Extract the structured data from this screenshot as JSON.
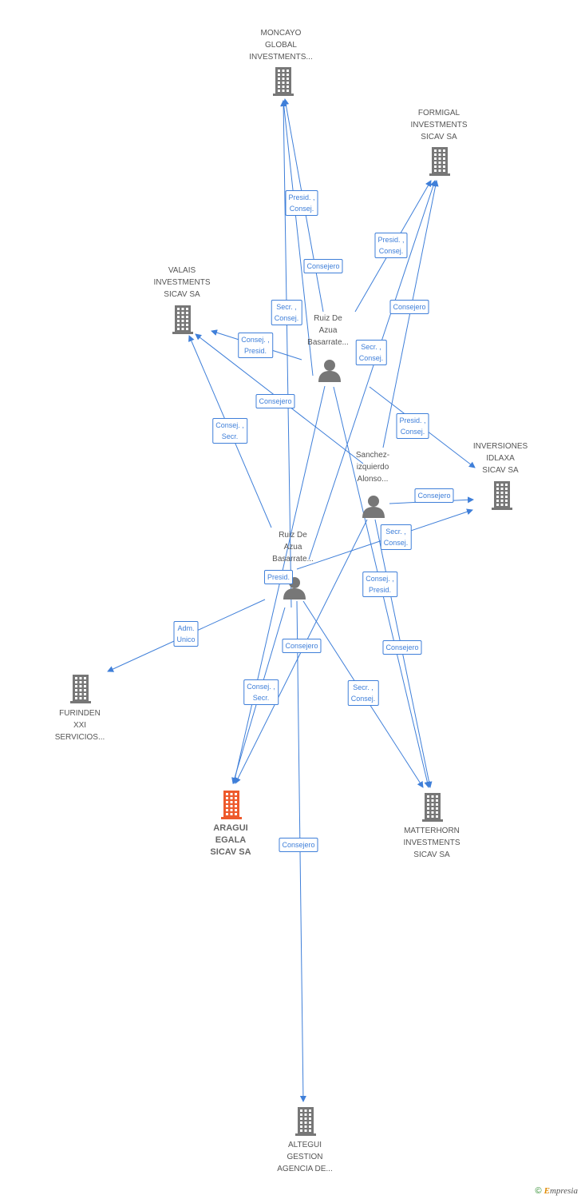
{
  "colors": {
    "edge": "#3f7fd9",
    "company": "#777777",
    "focus_company": "#ee5a2c",
    "person": "#777777"
  },
  "companies": [
    {
      "id": "moncayo",
      "label": "MONCAYO\nGLOBAL\nINVESTMENTS...",
      "icon": "building-icon"
    },
    {
      "id": "formigal",
      "label": "FORMIGAL\nINVESTMENTS\nSICAV SA",
      "icon": "building-icon"
    },
    {
      "id": "valais",
      "label": "VALAIS\nINVESTMENTS\nSICAV SA",
      "icon": "building-icon"
    },
    {
      "id": "idlaxa",
      "label": "INVERSIONES\nIDLAXA\nSICAV SA",
      "icon": "building-icon"
    },
    {
      "id": "furinden",
      "label": "FURINDEN\nXXI\nSERVICIOS...",
      "icon": "building-icon"
    },
    {
      "id": "aragui",
      "label": "ARAGUI\nEGALA\nSICAV SA",
      "icon": "building-icon",
      "focus": true
    },
    {
      "id": "matterhorn",
      "label": "MATTERHORN\nINVESTMENTS\nSICAV SA",
      "icon": "building-icon"
    },
    {
      "id": "altegui",
      "label": "ALTEGUI\nGESTION\nAGENCIA DE...",
      "icon": "building-icon"
    }
  ],
  "people": [
    {
      "id": "p1",
      "label": "Ruiz De\nAzua\nBasarrate...",
      "icon": "person-icon"
    },
    {
      "id": "p2",
      "label": "Sanchez-\nizquierdo\nAlonso...",
      "icon": "person-icon"
    },
    {
      "id": "p3",
      "label": "Ruiz De\nAzua\nBasarrate...",
      "icon": "person-icon"
    }
  ],
  "edge_labels": [
    "Presid. ,\nConsej.",
    "Consejero",
    "Presid. ,\nConsej.",
    "Secr. ,\nConsej.",
    "Consejero",
    "Consej. ,\nPresid.",
    "Secr. ,\nConsej.",
    "Consejero",
    "Presid. ,\nConsej.",
    "Consej. ,\nSecr.",
    "Consejero",
    "Secr. ,\nConsej.",
    "Presid.",
    "Consej. ,\nPresid.",
    "Adm.\nUnico",
    "Consejero",
    "Consejero",
    "Consej. ,\nSecr.",
    "Secr. ,\nConsej.",
    "Consejero"
  ],
  "footer": {
    "copyright": "©",
    "brand_initial": "E",
    "brand_rest": "mpresia"
  }
}
